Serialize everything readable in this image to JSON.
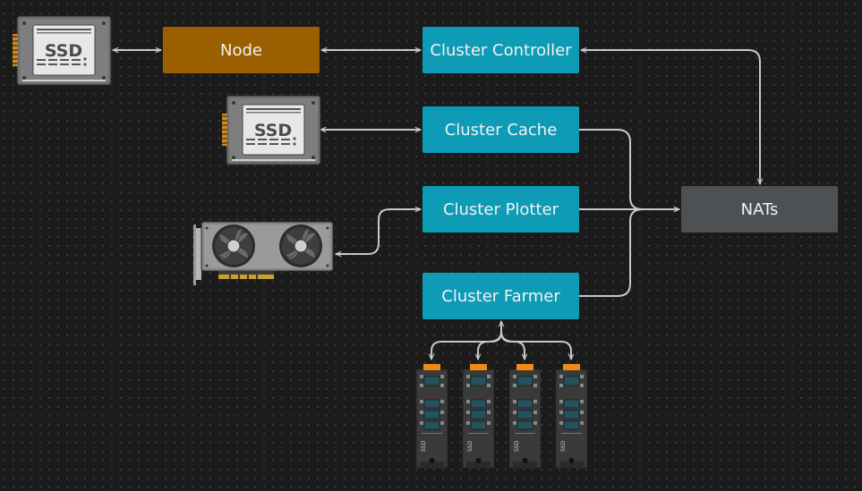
{
  "nodes": {
    "node": "Node",
    "controller": "Cluster Controller",
    "cache": "Cluster Cache",
    "plotter": "Cluster Plotter",
    "farmer": "Cluster Farmer",
    "nats": "NATs"
  },
  "devices": {
    "ssd_label": "SSD",
    "nvme_label": "SSD"
  },
  "colors": {
    "cluster": "#0d9bb5",
    "node": "#9a5f00",
    "nats": "#4d5154",
    "connector": "#c8c8c8",
    "background": "#1b1b1b"
  },
  "icons": [
    "ssd-drive-icon",
    "gpu-card-icon",
    "nvme-drive-icon"
  ]
}
